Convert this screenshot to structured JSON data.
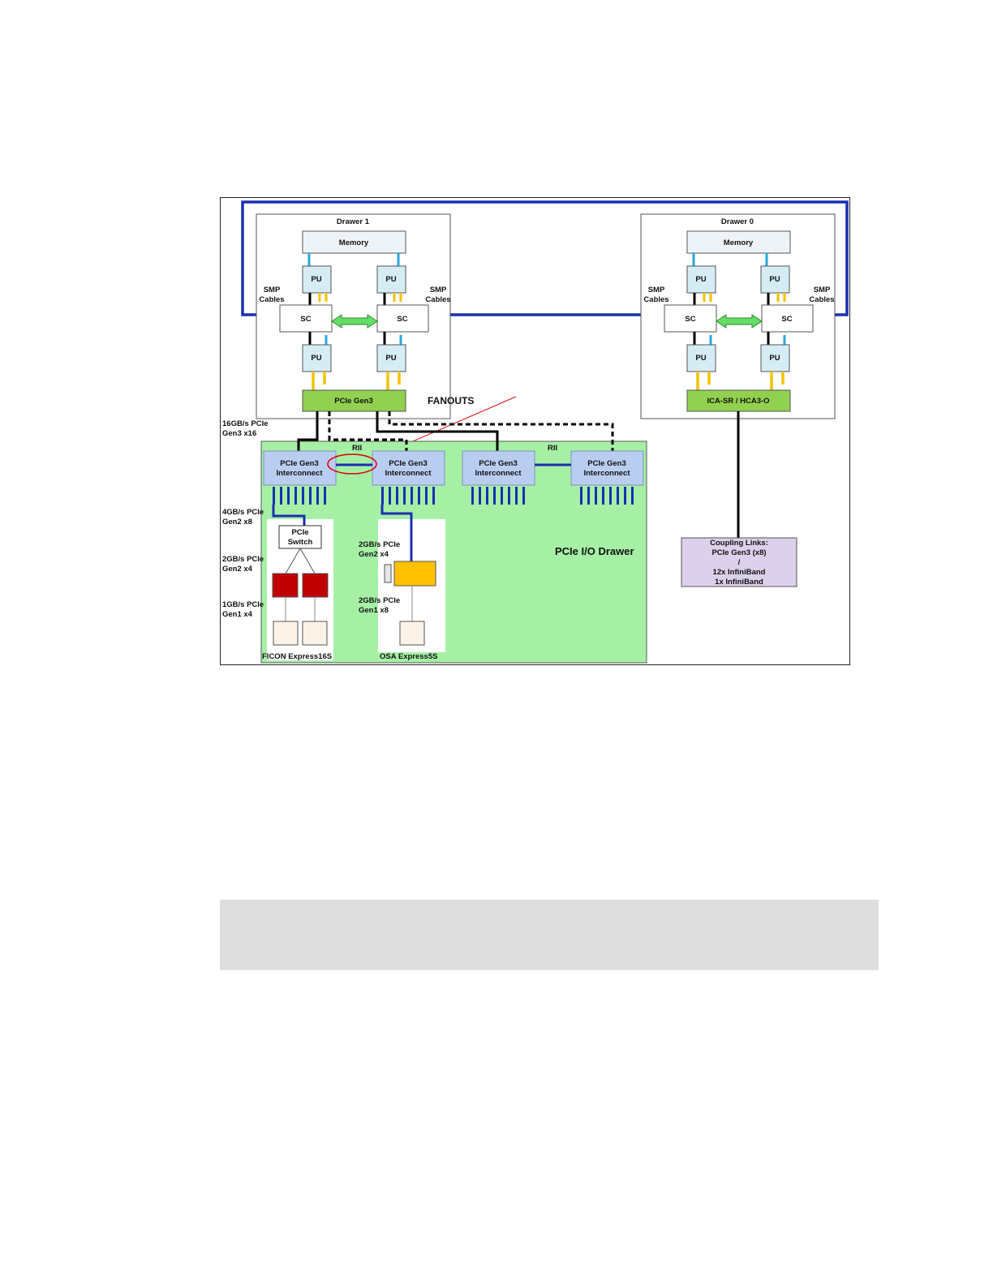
{
  "drawer1": {
    "title": "Drawer 1",
    "memory": "Memory",
    "pu": [
      "PU",
      "PU",
      "PU",
      "PU"
    ],
    "sc": [
      "SC",
      "SC"
    ],
    "smp_left": [
      "SMP",
      "Cables"
    ],
    "smp_right": [
      "SMP",
      "Cables"
    ],
    "fanout": "PCIe Gen3"
  },
  "drawer0": {
    "title": "Drawer 0",
    "memory": "Memory",
    "pu": [
      "PU",
      "PU",
      "PU",
      "PU"
    ],
    "sc": [
      "SC",
      "SC"
    ],
    "smp_left": [
      "SMP",
      "Cables"
    ],
    "smp_right": [
      "SMP",
      "Cables"
    ],
    "fanout": "ICA-SR / HCA3-O"
  },
  "fanouts_label": "FANOUTS",
  "pcie_gen3_link_label": [
    "16GB/s PCIe",
    "Gen3 x16"
  ],
  "rii_labels": [
    "RII",
    "RII"
  ],
  "interconnects": [
    [
      "PCIe Gen3",
      "Interconnect"
    ],
    [
      "PCIe Gen3",
      "Interconnect"
    ],
    [
      "PCIe Gen3",
      "Interconnect"
    ],
    [
      "PCIe Gen3",
      "Interconnect"
    ]
  ],
  "io_drawer_label": "PCIe I/O Drawer",
  "left_link_labels": [
    [
      "4GB/s PCIe",
      "Gen2 x8"
    ],
    [
      "2GB/s PCIe",
      "Gen2 x4"
    ],
    [
      "1GB/s PCIe",
      "Gen1 x4"
    ]
  ],
  "pcie_switch": [
    "PCIe",
    "Switch"
  ],
  "ficon_label": "FICON Express16S",
  "osa_link_labels": [
    [
      "2GB/s PCIe",
      "Gen2 x4"
    ],
    [
      "2GB/s PCIe",
      "Gen1 x8"
    ]
  ],
  "osa_label": "OSA Express5S",
  "coupling_links": [
    "Coupling Links:",
    "PCIe Gen3 (x8)",
    "/",
    "12x InfiniBand",
    "1x InfiniBand"
  ],
  "colors": {
    "smp_cable": "#1a2fb0",
    "pu_box": "#d6ecf5",
    "memory_box": "#eef3f8",
    "fanout_box": "#92d050",
    "io_drawer": "#a6f0a6",
    "interconnect_box": "#b9cdf0",
    "ficon_card": "#c00000",
    "osa_card": "#ffc000",
    "coupling_box": "#dcd0ea",
    "rii_highlight": "#dd0000",
    "sc_arrow": "#66dd66"
  }
}
